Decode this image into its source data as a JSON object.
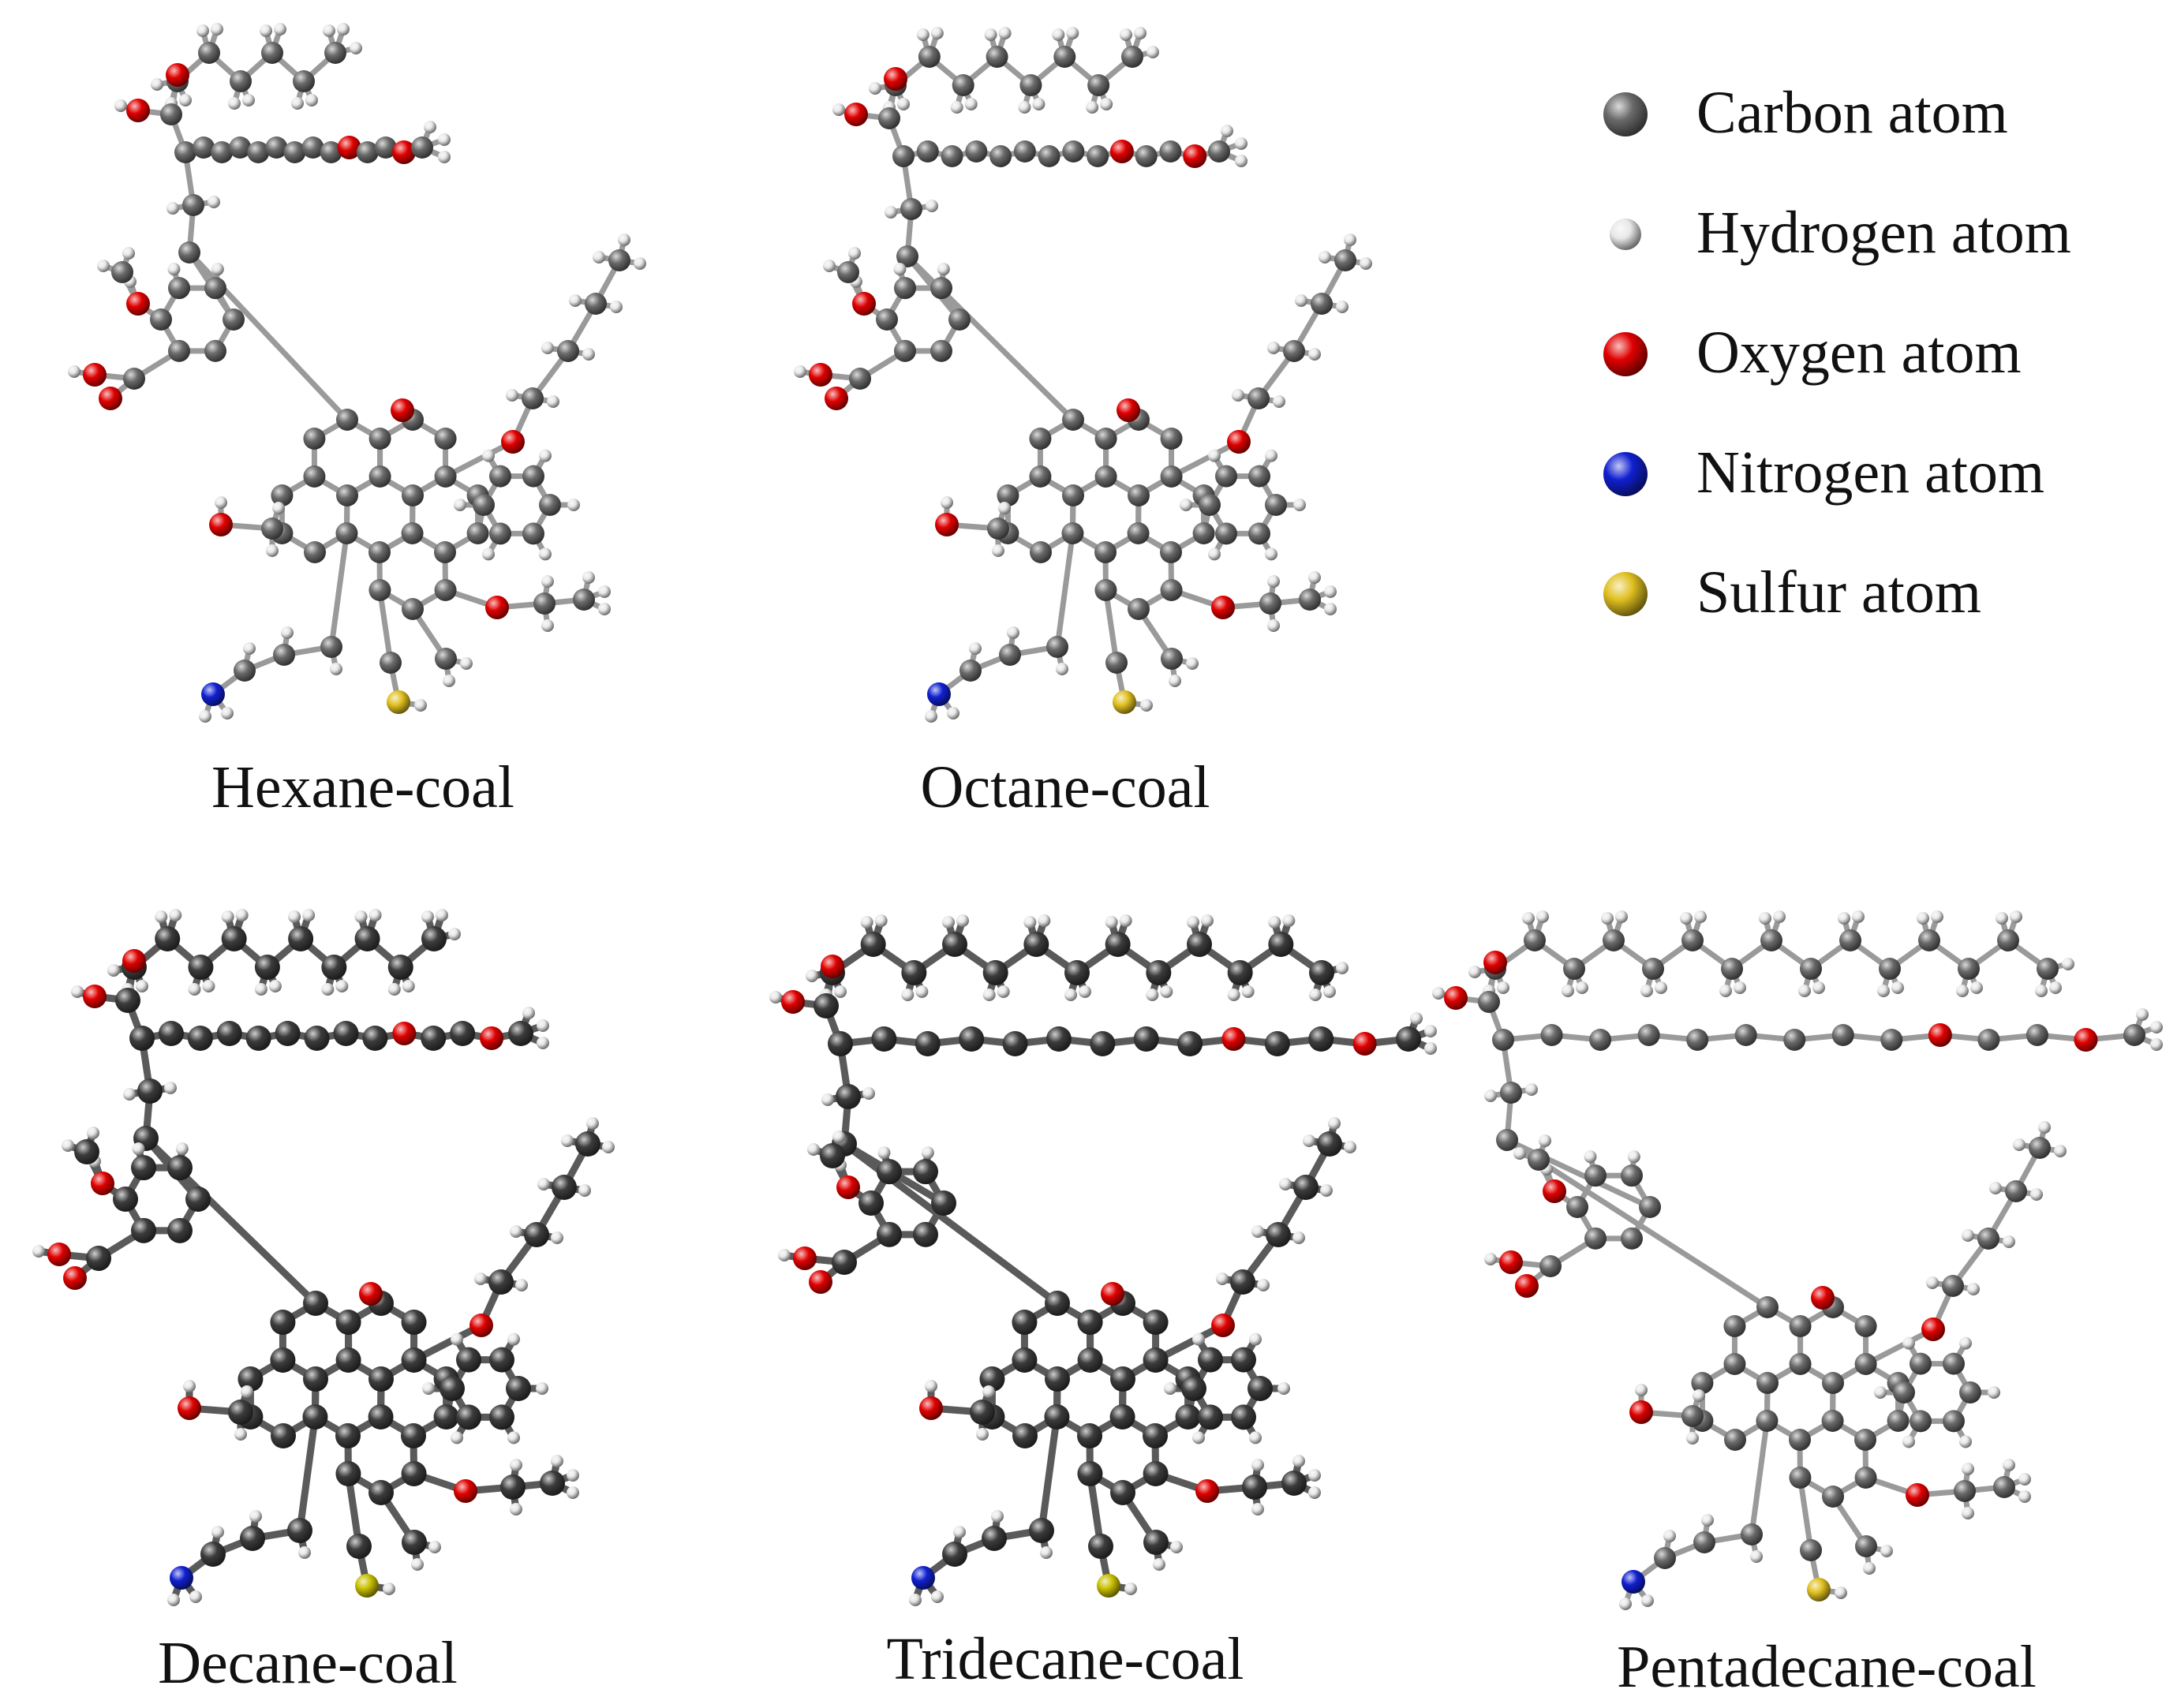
{
  "colors": {
    "carbon": "#6a6a6a",
    "hydrogen": "#e8e8e8",
    "oxygen": "#e00000",
    "nitrogen": "#1020d0",
    "sulfur": "#e0c020"
  },
  "legend": [
    {
      "element": "carbon",
      "label": "Carbon atom"
    },
    {
      "element": "hydrogen",
      "label": "Hydrogen atom"
    },
    {
      "element": "oxygen",
      "label": "Oxygen atom"
    },
    {
      "element": "nitrogen",
      "label": "Nitrogen atom"
    },
    {
      "element": "sulfur",
      "label": "Sulfur atom"
    }
  ],
  "panels": [
    {
      "id": "hexane",
      "caption": "Hexane-coal",
      "alkane_carbons": 6,
      "style": "light"
    },
    {
      "id": "octane",
      "caption": "Octane-coal",
      "alkane_carbons": 8,
      "style": "light"
    },
    {
      "id": "decane",
      "caption": "Decane-coal",
      "alkane_carbons": 10,
      "style": "dark"
    },
    {
      "id": "tridecane",
      "caption": "Tridecane-coal",
      "alkane_carbons": 13,
      "style": "dark"
    },
    {
      "id": "pentadecane",
      "caption": "Pentadecane-coal",
      "alkane_carbons": 15,
      "style": "light"
    }
  ]
}
